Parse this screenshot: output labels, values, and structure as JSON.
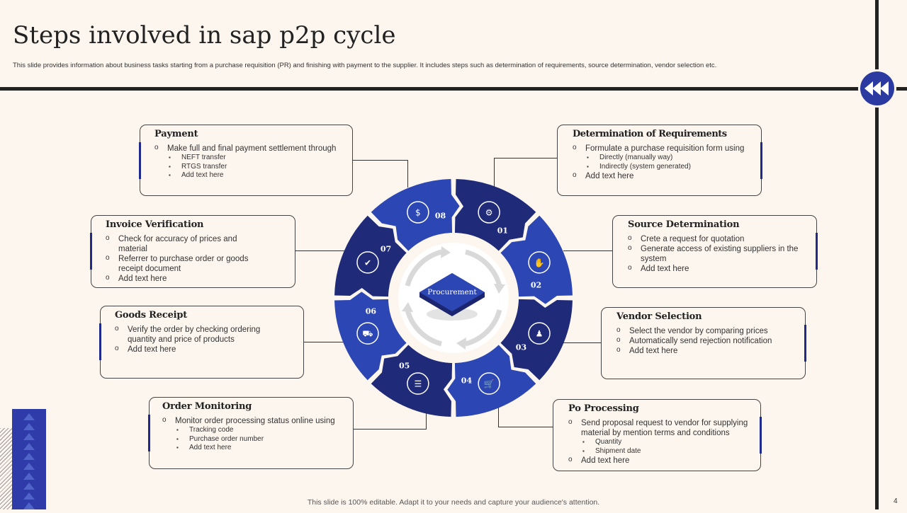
{
  "header": {
    "title": "Steps involved in sap p2p cycle",
    "subtitle": "This slide provides information about business tasks starting from a purchase requisition (PR) and finishing with payment to the supplier. It includes steps such as determination of requirements, source determination, vendor selection etc."
  },
  "center": {
    "label": "Procurement"
  },
  "segments": [
    {
      "num": "01",
      "icon": "requirements-gear-icon"
    },
    {
      "num": "02",
      "icon": "hand-money-icon"
    },
    {
      "num": "03",
      "icon": "people-network-icon"
    },
    {
      "num": "04",
      "icon": "shopping-cart-icon"
    },
    {
      "num": "05",
      "icon": "document-list-icon"
    },
    {
      "num": "06",
      "icon": "delivery-truck-icon"
    },
    {
      "num": "07",
      "icon": "invoice-check-icon"
    },
    {
      "num": "08",
      "icon": "payment-cash-icon"
    }
  ],
  "steps": {
    "payment": {
      "title": "Payment",
      "b1": "Make full and final payment settlement through",
      "s1": "NEFT  transfer",
      "s2": "RTGS  transfer",
      "s3": "Add text here"
    },
    "invoice": {
      "title": "Invoice Verification",
      "b1": "Check for  accuracy of prices and material",
      "b2": "Referrer to  purchase order or goods receipt document",
      "b3": "Add text here"
    },
    "goods": {
      "title": "Goods Receipt",
      "b1": "Verify  the order by checking ordering quantity and price of products",
      "b2": "Add text here"
    },
    "order": {
      "title": "Order Monitoring",
      "b1": "Monitor order processing status online using",
      "s1": "Tracking code",
      "s2": "Purchase order number",
      "s3": "Add text here"
    },
    "determination": {
      "title": "Determination of Requirements",
      "b1": "Formulate a purchase requisition form using",
      "s1": "Directly (manually  way)",
      "s2": "Indirectly (system generated)",
      "b2": "Add text here"
    },
    "source": {
      "title": "Source Determination",
      "b1": "Crete  a request for quotation",
      "b2": "Generate access of existing suppliers in the system",
      "b3": "Add text here"
    },
    "vendor": {
      "title": "Vendor Selection",
      "b1": "Select the vendor by comparing prices",
      "b2": "Automatically send rejection  notification",
      "b3": "Add text   here"
    },
    "po": {
      "title": "Po Processing",
      "b1": "Send proposal request to vendor for supplying material by mention terms and conditions",
      "s1": "Quantity",
      "s2": "Shipment date",
      "b2": "Add text here"
    }
  },
  "footer": {
    "text": "This slide is 100% editable.  Adapt it to your needs and capture your audience's attention.",
    "page": "4"
  },
  "colors": {
    "dark_navy": "#1f2a78",
    "royal_blue": "#2c46b4",
    "background": "#fdf6ee"
  }
}
